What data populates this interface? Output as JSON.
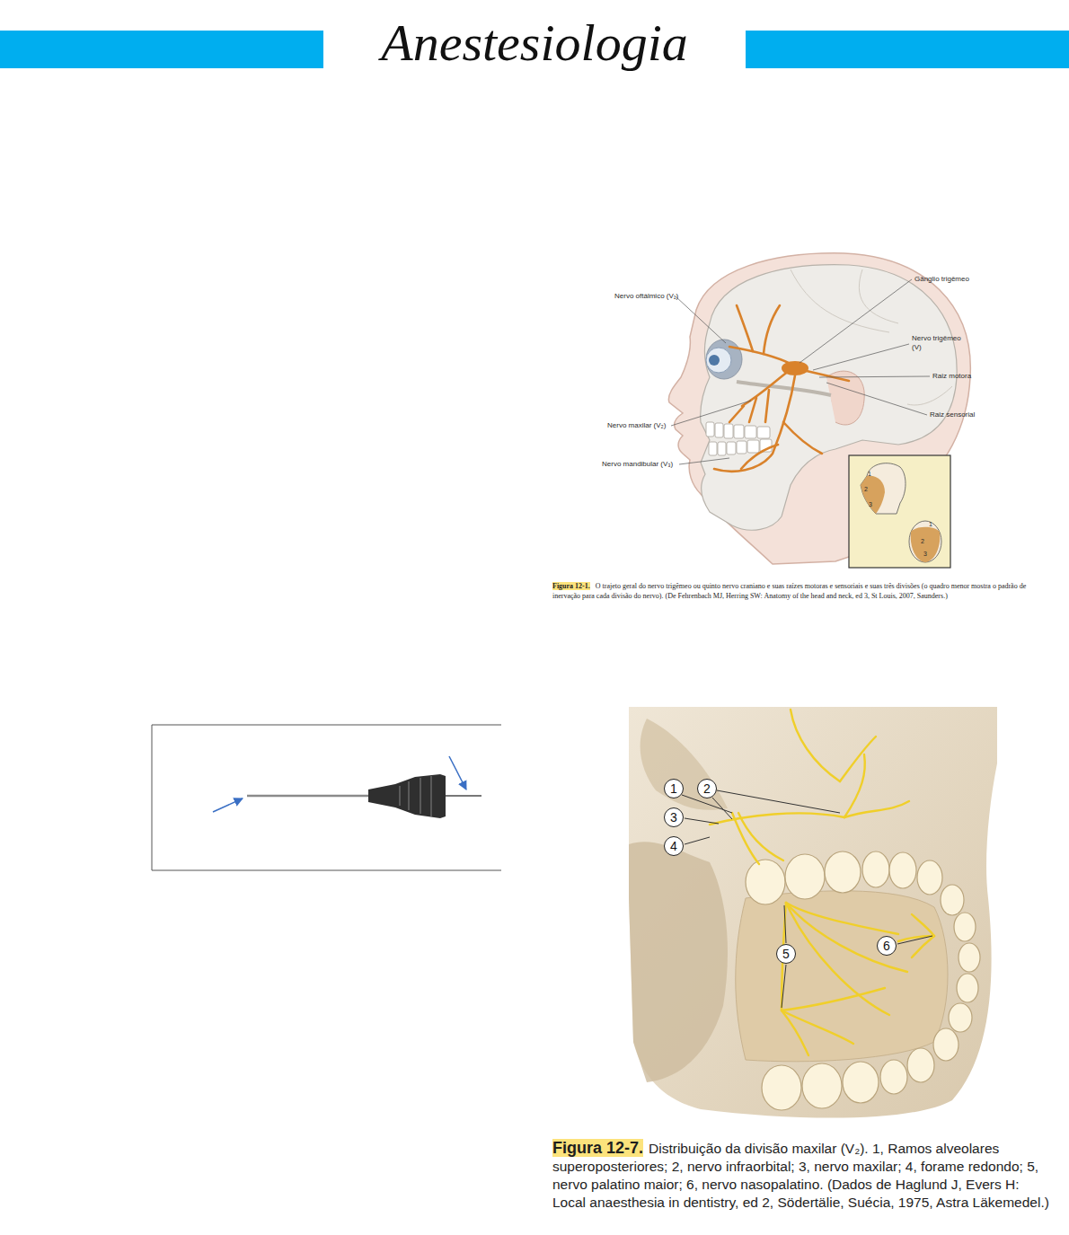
{
  "diagram": {
    "title": "Anestesiologia",
    "nodes": [
      {
        "text": [
          "1"
        ]
      },
      {
        "text": [
          "2"
        ]
      },
      {
        "text": [
          "3"
        ]
      },
      {
        "text": [
          "4"
        ]
      },
      {
        "text": [
          "5"
        ]
      },
      {
        "text": [
          "6"
        ]
      }
    ],
    "labels": [
      "Nervo oftálmico (V₁)",
      "Gânglio trigêmeo",
      "Nervo trigêmeo (V)",
      "Raiz motora",
      "Raiz sensorial",
      "Nervo maxilar (V₂)",
      "Nervo mandibular (V₃)",
      "1",
      "2",
      "3",
      "1",
      "2",
      "3",
      "Figura 12-1.",
      "O trajeto geral do nervo trigêmeo ou quinto nervo craniano e suas raízes motoras e sensoriais e suas três divisões (o quadro menor mostra o padrão de inervação para cada divisão do nervo). (De Fehrenbach MJ, Herring SW: Anatomy of the head and neck, ed 3, St Louis, 2007, Saunders.)",
      "Figura 12-7.",
      "Distribuição da divisão maxilar (V₂). 1, Ramos alveolares superoposteriores; 2, nervo infraorbital; 3, nervo maxilar; 4, forame redondo; 5, nervo palatino maior; 6, nervo nasopalatino. (Dados de Haglund J, Evers H: Local anaesthesia in dentistry, ed 2, Södertälie, Suécia, 1975, Astra Läkemedel.)"
    ]
  }
}
